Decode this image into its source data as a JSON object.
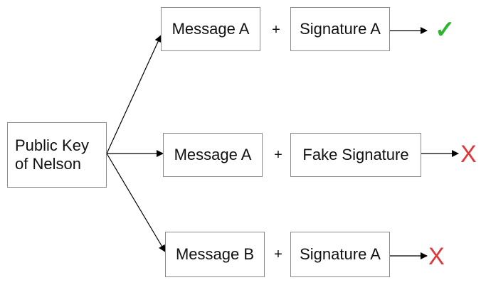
{
  "source": {
    "line1": "Public Key",
    "line2": "of Nelson"
  },
  "rows": [
    {
      "message": "Message A",
      "plus": "+",
      "signature": "Signature A",
      "result_icon": "check-icon",
      "result": "✓",
      "color": "#2fb52f"
    },
    {
      "message": "Message A",
      "plus": "+",
      "signature": "Fake Signature",
      "result_icon": "cross-icon",
      "result": "X",
      "color": "#e0363a"
    },
    {
      "message": "Message B",
      "plus": "+",
      "signature": "Signature A",
      "result_icon": "cross-icon",
      "result": "X",
      "color": "#e0363a"
    }
  ]
}
